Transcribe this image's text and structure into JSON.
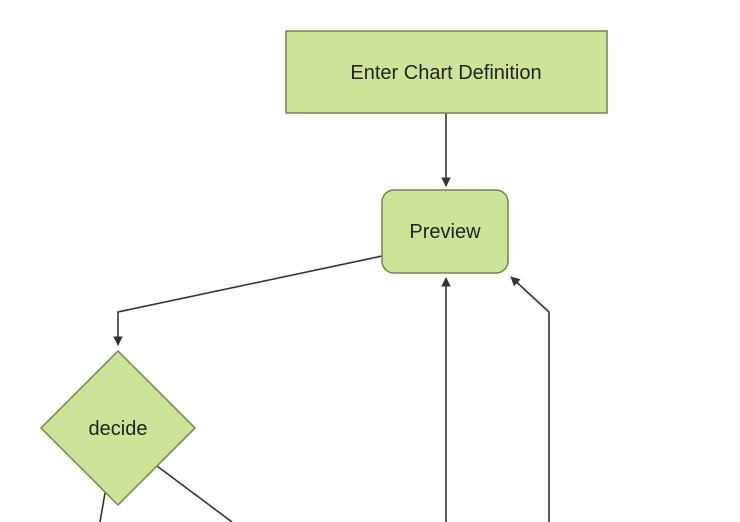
{
  "diagram": {
    "type": "flowchart-top-down",
    "background_color": "#ffffff",
    "style": {
      "node_fill": "#cde498",
      "node_border": "#6b8a43",
      "edge_color": "#333333",
      "text_color": "#222222"
    },
    "nodes": [
      {
        "id": "enter-chart-definition",
        "label": "Enter Chart Definition",
        "shape": "rectangle"
      },
      {
        "id": "preview",
        "label": "Preview",
        "shape": "rounded-rectangle"
      },
      {
        "id": "decide",
        "label": "decide",
        "shape": "diamond"
      }
    ],
    "edges": [
      {
        "from": "enter-chart-definition",
        "to": "preview",
        "arrow": true
      },
      {
        "from": "preview",
        "to": "decide",
        "arrow": true
      },
      {
        "from": "offscreen-bottom",
        "to": "preview",
        "arrow": true
      },
      {
        "from": "offscreen-bottom-right",
        "to": "preview",
        "arrow": true
      },
      {
        "from": "decide",
        "to": "offscreen-bottom",
        "arrow": false
      },
      {
        "from": "decide",
        "to": "offscreen-bottom-right",
        "arrow": false
      }
    ]
  }
}
